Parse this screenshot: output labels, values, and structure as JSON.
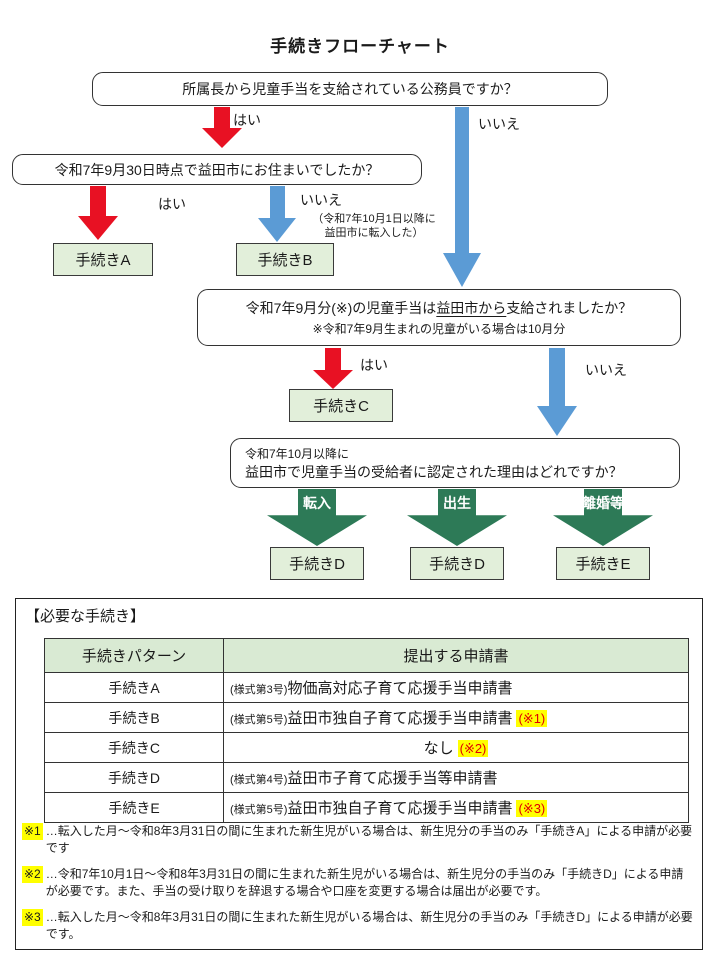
{
  "title": "手続きフローチャート",
  "colors": {
    "arrow_red": "#e81123",
    "arrow_blue": "#5b9bd5",
    "arrow_dark_green": "#2d7a57",
    "process_box_green": "#e2efda",
    "table_header_green": "#d9ead3",
    "highlight_yellow": "#ffff00",
    "note_red": "#e00000"
  },
  "flowchart": {
    "q1": {
      "text": "所属長から児童手当を支給されている公務員ですか？",
      "yes": "はい",
      "no": "いいえ"
    },
    "q2": {
      "text": "令和7年9月30日時点で益田市にお住まいでしたか？",
      "yes": "はい",
      "no": "いいえ",
      "no_note_line1": "（令和7年10月1日以降に",
      "no_note_line2": "益田市に転入した）"
    },
    "q3": {
      "text_before": "令和7年9月分(※)の児童手当は",
      "text_underline": "益田市から",
      "text_after": "支給されましたか？",
      "note": "※令和7年9月生まれの児童がいる場合は10月分",
      "yes": "はい",
      "no": "いいえ"
    },
    "q4": {
      "line1": "令和7年10月以降に",
      "line2": "益田市で児童手当の受給者に認定された理由はどれですか？",
      "branches": [
        "転入",
        "出生",
        "離婚等"
      ]
    },
    "boxes": {
      "a": "手続きA",
      "b": "手続きB",
      "c": "手続きC",
      "d1": "手続きD",
      "d2": "手続きD",
      "e": "手続きE"
    }
  },
  "procedures": {
    "section_title": "【必要な手続き】",
    "table": {
      "headers": [
        "手続きパターン",
        "提出する申請書"
      ],
      "rows": [
        {
          "pattern": "手続きA",
          "form_prefix": "(様式第3号)",
          "form_name": "物価高対応子育て応援手当申請書",
          "note": ""
        },
        {
          "pattern": "手続きB",
          "form_prefix": "(様式第5号)",
          "form_name": "益田市独自子育て応援手当申請書",
          "note": "(※1)"
        },
        {
          "pattern": "手続きC",
          "form_prefix": "",
          "form_name": "なし",
          "note": "(※2)"
        },
        {
          "pattern": "手続きD",
          "form_prefix": "(様式第4号)",
          "form_name": "益田市子育て応援手当等申請書",
          "note": ""
        },
        {
          "pattern": "手続きE",
          "form_prefix": "(様式第5号)",
          "form_name": "益田市独自子育て応援手当申請書",
          "note": "(※3)"
        }
      ]
    },
    "footnotes": [
      {
        "marker": "※1",
        "text": "…転入した月～令和8年3月31日の間に生まれた新生児がいる場合は、新生児分の手当のみ「手続きA」による申請が必要です"
      },
      {
        "marker": "※2",
        "text": "…令和7年10月1日～令和8年3月31日の間に生まれた新生児がいる場合は、新生児分の手当のみ「手続きD」による申請が必要です。また、手当の受け取りを辞退する場合や口座を変更する場合は届出が必要です。"
      },
      {
        "marker": "※3",
        "text": "…転入した月～令和8年3月31日の間に生まれた新生児がいる場合は、新生児分の手当のみ「手続きD」による申請が必要です。"
      }
    ]
  }
}
